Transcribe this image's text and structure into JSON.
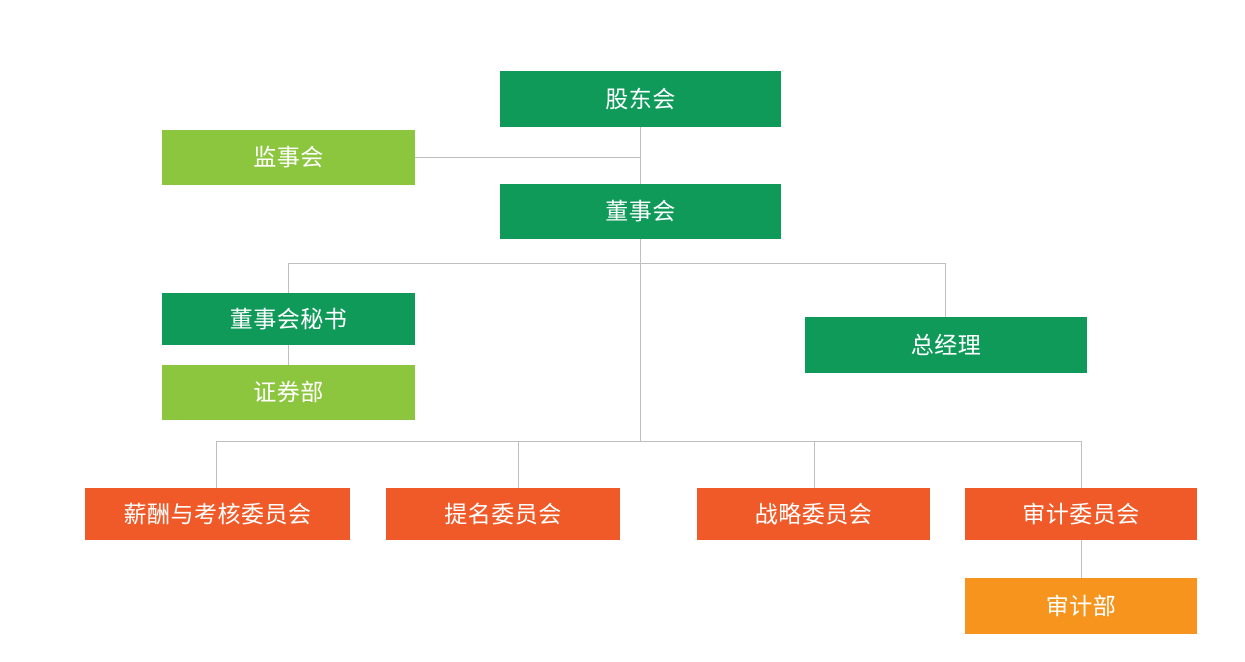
{
  "chart_data": {
    "type": "diagram",
    "subtype": "organizational-chart",
    "title": "",
    "palette": {
      "dark_green": "#0f9a5a",
      "light_green": "#8cc63f",
      "orange_red": "#f05a28",
      "amber": "#f7941e",
      "connector_gray": "#bfbfbf",
      "background": "#ffffff",
      "label_text": "#ffffff"
    },
    "nodes": [
      {
        "id": "shareholders",
        "label": "股东会",
        "color_key": "dark_green",
        "level": 0
      },
      {
        "id": "supervisors",
        "label": "监事会",
        "color_key": "light_green",
        "level": 1
      },
      {
        "id": "board",
        "label": "董事会",
        "color_key": "dark_green",
        "level": 1
      },
      {
        "id": "board-secretary",
        "label": "董事会秘书",
        "color_key": "dark_green",
        "level": 2
      },
      {
        "id": "securities-dept",
        "label": "证券部",
        "color_key": "light_green",
        "level": 3
      },
      {
        "id": "general-manager",
        "label": "总经理",
        "color_key": "dark_green",
        "level": 2
      },
      {
        "id": "remuneration-cmte",
        "label": "薪酬与考核委员会",
        "color_key": "orange_red",
        "level": 2
      },
      {
        "id": "nomination-cmte",
        "label": "提名委员会",
        "color_key": "orange_red",
        "level": 2
      },
      {
        "id": "strategy-cmte",
        "label": "战略委员会",
        "color_key": "orange_red",
        "level": 2
      },
      {
        "id": "audit-cmte",
        "label": "审计委员会",
        "color_key": "orange_red",
        "level": 2
      },
      {
        "id": "audit-dept",
        "label": "审计部",
        "color_key": "amber",
        "level": 3
      }
    ],
    "edges": [
      {
        "from": "shareholders",
        "to": "board"
      },
      {
        "from": "shareholders",
        "to": "supervisors"
      },
      {
        "from": "board",
        "to": "board-secretary"
      },
      {
        "from": "board",
        "to": "general-manager"
      },
      {
        "from": "board-secretary",
        "to": "securities-dept"
      },
      {
        "from": "board",
        "to": "remuneration-cmte"
      },
      {
        "from": "board",
        "to": "nomination-cmte"
      },
      {
        "from": "board",
        "to": "strategy-cmte"
      },
      {
        "from": "board",
        "to": "audit-cmte"
      },
      {
        "from": "audit-cmte",
        "to": "audit-dept"
      }
    ]
  },
  "nodes": {
    "shareholders": {
      "label": "股东会"
    },
    "supervisors": {
      "label": "监事会"
    },
    "board": {
      "label": "董事会"
    },
    "board_secretary": {
      "label": "董事会秘书"
    },
    "securities_dept": {
      "label": "证券部"
    },
    "general_manager": {
      "label": "总经理"
    },
    "remuneration_cmte": {
      "label": "薪酬与考核委员会"
    },
    "nomination_cmte": {
      "label": "提名委员会"
    },
    "strategy_cmte": {
      "label": "战略委员会"
    },
    "audit_cmte": {
      "label": "审计委员会"
    },
    "audit_dept": {
      "label": "审计部"
    }
  }
}
